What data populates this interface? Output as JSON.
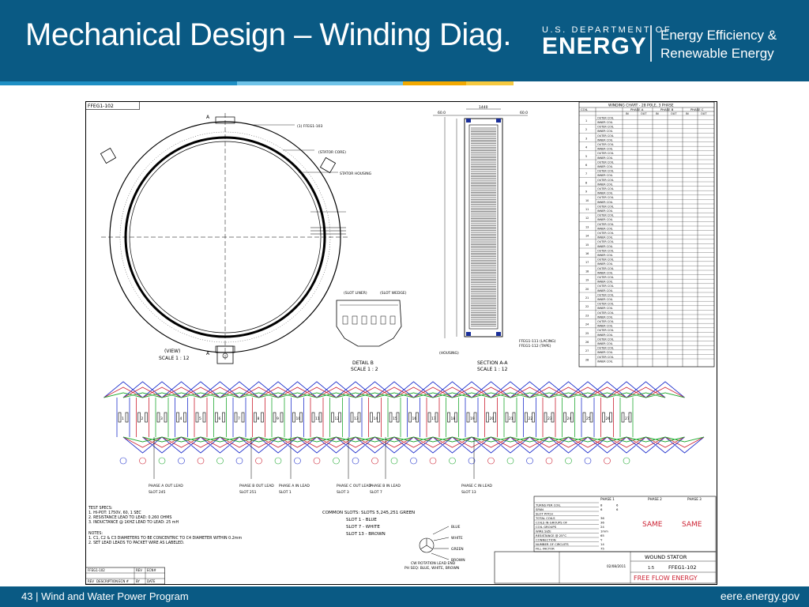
{
  "slide": {
    "title": "Mechanical Design – Winding Diag.",
    "page_number": "43",
    "footer_program": "Wind and Water Power Program",
    "footer_url": "eere.energy.gov"
  },
  "logo": {
    "small": "U.S. DEPARTMENT OF",
    "big": "ENERGY",
    "tag_line1": "Energy Efficiency &",
    "tag_line2": "Renewable Energy"
  },
  "colors": {
    "header_bg": "#0a5a84",
    "stripe": [
      "#1e8fc4",
      "#6fc3e8",
      "#f2a900",
      "#f6c93f"
    ],
    "phase_a": "#2233cc",
    "phase_b": "#cc2233",
    "phase_c": "#22aa33"
  },
  "drawing": {
    "part_number": "FFEG1-102",
    "detail_label": "DETAIL  B",
    "detail_scale": "SCALE 1 : 2",
    "section_label": "SECTION A-A",
    "section_scale": "SCALE 1 : 12",
    "view_label": "(VIEW)",
    "view_scale": "SCALE 1 : 12",
    "callout_bearing": "(1) FFEG1-103",
    "callout_stator_core": "(STATOR CORE)",
    "callout_housing": "STATOR HOUSING",
    "callout_slot_liner": "(SLOT LINER)",
    "callout_slot_wedge": "(SLOT WEDGE)",
    "callout_housing2": "(HOUSING)",
    "callout_lacing": "FFEG1-111 (LACING)",
    "callout_tape": "FFEG1-112 (TAPE)",
    "dim_top": "1440",
    "dim_left": "60.0",
    "dim_right": "60.0",
    "winding_chart_title": "WINDING CHART - 28 POLE, 3 PHASE",
    "winding_headers": [
      "COIL",
      "PHASE A",
      "PHASE B",
      "PHASE C"
    ],
    "winding_subheaders": [
      "IN",
      "OUT",
      "IN",
      "OUT",
      "IN",
      "OUT"
    ],
    "winding_row_labels": [
      "OUTER COIL",
      "INNER COIL"
    ],
    "slot_numbers": [
      "1",
      "2",
      "3",
      "4",
      "5",
      "6",
      "7",
      "8",
      "9",
      "10",
      "11",
      "12",
      "13",
      "14",
      "15",
      "16",
      "17",
      "18",
      "19",
      "20",
      "21",
      "22",
      "23",
      "24",
      "25",
      "26",
      "27"
    ],
    "phase_leads": [
      {
        "label": "PHASE A OUT LEAD",
        "slot": "SLOT 245"
      },
      {
        "label": "PHASE B OUT LEAD",
        "slot": "SLOT 251"
      },
      {
        "label": "PHASE A IN LEAD",
        "slot": "SLOT 1"
      },
      {
        "label": "PHASE C OUT LEAD",
        "slot": "SLOT 3"
      },
      {
        "label": "PHASE B IN LEAD",
        "slot": "SLOT 7"
      },
      {
        "label": "PHASE C IN LEAD",
        "slot": "SLOT 13"
      }
    ],
    "common_slots": "COMMON SLOTS: SLOTS 5,245,251 GREEN",
    "slot_colors": [
      "SLOT 1 - BLUE",
      "SLOT 7 - WHITE",
      "SLOT 13 - BROWN"
    ],
    "rotation_note": "CW ROTATION LEAD END",
    "rotation_seq": "PH SEQ: BLUE, WHITE, BROWN",
    "wire_colors": [
      "BLUE",
      "WHITE",
      "GREEN",
      "BROWN"
    ],
    "test_specs_title": "TEST SPECS:",
    "test_specs": [
      "1. HI-POT: 1750V, 60, 1 SEC",
      "2. RESISTANCE LEAD TO LEAD: 0.260 OHMS",
      "3. INDUCTANCE @ 1KHZ LEAD TO LEAD: 25 mH"
    ],
    "notes_title": "NOTES:",
    "notes": [
      "1. C1, C2 & C3 DIAMETERS TO BE CONCENTRIC TO C4 DIAMETER WITHIN 0.2mm",
      "2. SET LEAD LEADS TO PACKET WIRE AS LABELED."
    ],
    "spec_rows": [
      {
        "label": "TURNS PER COIL",
        "a": "8",
        "b": "6"
      },
      {
        "label": "SPAN",
        "a": "6",
        "b": "6"
      },
      {
        "label": "SLOT PITCH",
        "a": "",
        "b": ""
      },
      {
        "label": "TOTAL COILS",
        "a": "36",
        "b": ""
      },
      {
        "label": "COILS IN GROUPS OF",
        "a": "36",
        "b": ""
      },
      {
        "label": "COIL GROUPS",
        "a": "24",
        "b": ""
      },
      {
        "label": "WIRE SIZE",
        "a": "1mm",
        "b": ""
      },
      {
        "label": "RESISTANCE @ 25°C",
        "a": "65",
        "b": ""
      },
      {
        "label": "CONNECTION",
        "a": "Y",
        "b": ""
      },
      {
        "label": "NUMBER OF CIRCUITS",
        "a": "14",
        "b": ""
      },
      {
        "label": "FILL FACTOR",
        "a": "75",
        "b": ""
      }
    ],
    "spec_phase_headers": [
      "PHASE 1",
      "PHASE 2",
      "PHASE 3"
    ],
    "same_label": "SAME",
    "title_block_name": "WOUND STATOR",
    "title_block_company": "FREE FLOW ENERGY",
    "title_block_number": "FFEG1-102",
    "title_block_date": "02/08/2011",
    "title_block_scale": "1:5",
    "rev_table_headers": [
      "REV",
      "DESCRIPTION",
      "ECN #",
      "BY",
      "DATE"
    ],
    "rev_table_top": [
      "FFEG1-102",
      "REV",
      "ECN#"
    ]
  }
}
